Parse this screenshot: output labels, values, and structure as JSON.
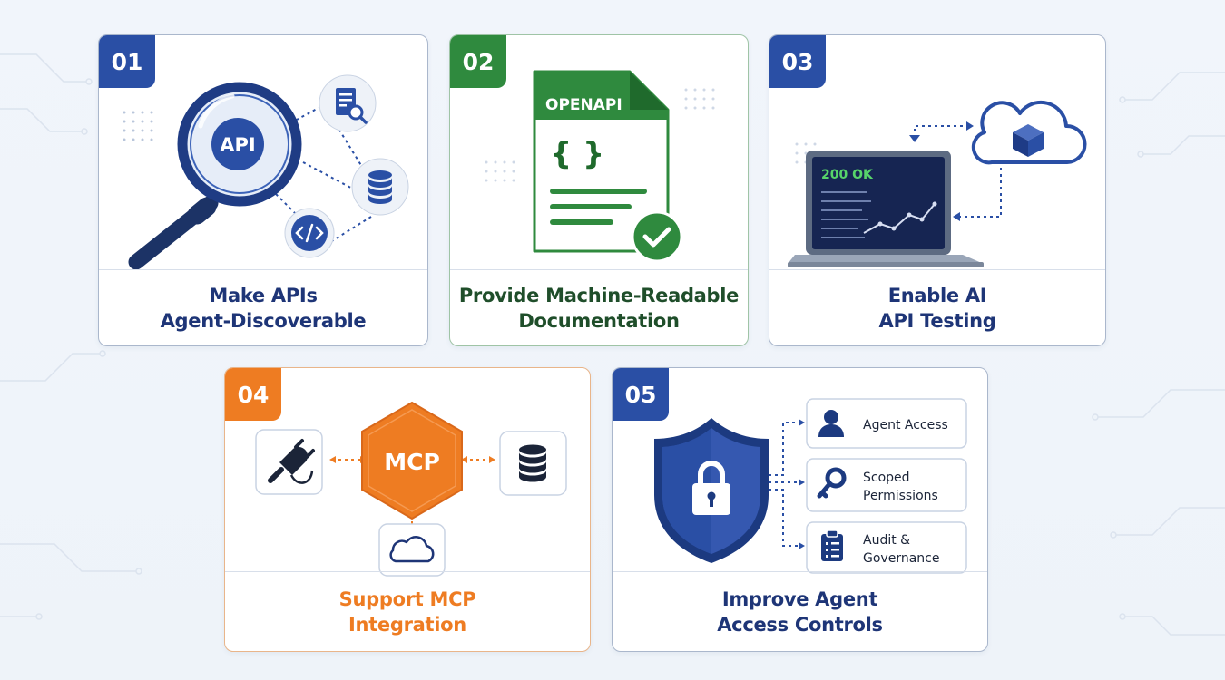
{
  "colors": {
    "blue": "#2a4fa5",
    "green": "#2f8a3e",
    "orange": "#ee7c22",
    "navy": "#1c3a80",
    "text_blue": "#1e3577",
    "text_green": "#1f4e2a",
    "text_orange": "#ee7c22"
  },
  "cards": [
    {
      "number": "01",
      "line1": "Make APIs",
      "line2": "Agent-Discoverable",
      "magnifier_label": "API",
      "icons": [
        "document-search-icon",
        "database-icon",
        "code-icon",
        "magnifier-icon"
      ]
    },
    {
      "number": "02",
      "line1": "Provide Machine-Readable",
      "line2": "Documentation",
      "doc_title": "OPENAPI",
      "doc_braces": "{ }",
      "icons": [
        "document-icon",
        "checkmark-icon"
      ]
    },
    {
      "number": "03",
      "line1": "Enable AI",
      "line2": "API Testing",
      "screen_status": "200 OK",
      "icons": [
        "laptop-icon",
        "cloud-icon",
        "cube-icon",
        "line-chart-icon"
      ]
    },
    {
      "number": "04",
      "line1": "Support MCP",
      "line2": "Integration",
      "hub_label": "MCP",
      "icons": [
        "plug-icon",
        "database-icon",
        "cloud-icon",
        "hexagon-icon"
      ]
    },
    {
      "number": "05",
      "line1": "Improve Agent",
      "line2": "Access Controls",
      "items": [
        {
          "line1": "Agent Access",
          "line2": "",
          "icon": "user-icon"
        },
        {
          "line1": "Scoped",
          "line2": "Permissions",
          "icon": "key-icon"
        },
        {
          "line1": "Audit &",
          "line2": "Governance",
          "icon": "clipboard-icon"
        }
      ],
      "icons": [
        "shield-lock-icon"
      ]
    }
  ]
}
